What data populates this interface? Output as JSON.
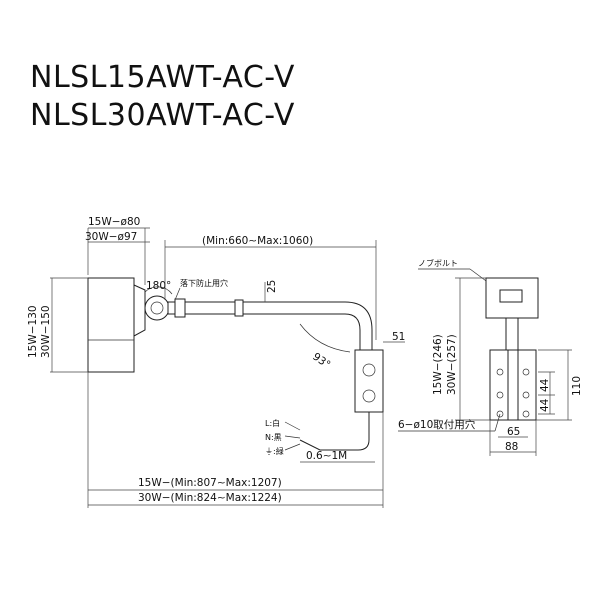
{
  "models": [
    "NLSL15AWT-AC-V",
    "NLSL30AWT-AC-V"
  ],
  "dimensions": {
    "head_dia_15w": "15W−ø80",
    "head_dia_30w": "30W−ø97",
    "arm_length": "(Min:660∼Max:1060)",
    "head_height_15w": "15W−130",
    "head_height_30w": "30W−150",
    "angle_rotate": "180°",
    "fall_prevention": "落下防止用穴",
    "arm_height": "25",
    "bend_angle": "93°",
    "box_width": "51",
    "cable_length": "0.6∼1M",
    "total_15w": "15W−(Min:807∼Max:1207)",
    "total_30w": "30W−(Min:824∼Max:1224)",
    "knob_bolt": "ノブボルト",
    "side_height_15w": "15W−(246)",
    "side_height_30w": "30W−(257)",
    "mount_holes": "6−ø10取付用穴",
    "pitch_a": "44",
    "pitch_b": "44",
    "plate_height": "110",
    "side_65": "65",
    "side_88": "88"
  },
  "wires": [
    {
      "label": "L:白"
    },
    {
      "label": "N:黒"
    },
    {
      "label": "⏚:緑"
    }
  ]
}
